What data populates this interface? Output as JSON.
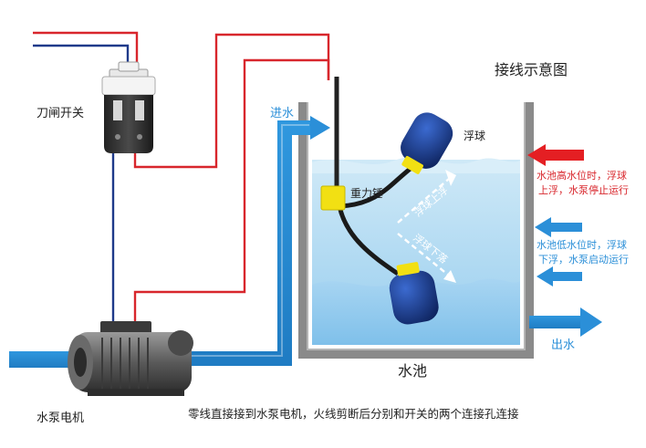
{
  "title": "接线示意图",
  "labels": {
    "knife_switch": "刀闸开关",
    "inlet": "进水",
    "float_ball": "浮球",
    "counterweight": "重力锤",
    "pool": "水池",
    "outlet": "出水",
    "pump_motor": "水泵电机",
    "float_up": "浮球上浮",
    "float_down": "浮球下落"
  },
  "notes": {
    "high_line1": "水池高水位时，浮球",
    "high_line2": "上浮，水泵停止运行",
    "low_line1": "水池低水位时，浮球",
    "low_line2": "下浮，水泵启动运行"
  },
  "caption": "零线直接接到水泵电机，火线剪断后分别和开关的两个连接孔连接",
  "colors": {
    "live_wire": "#d8262c",
    "neutral_wire": "#1f3a8a",
    "water_pipe": "#2b8fd8",
    "high_arrow": "#e41f23",
    "low_arrow": "#2b8fd8",
    "float_body": "#1c3c8c",
    "float_cap": "#f2e013",
    "pool_wall": "#888888",
    "high_note": "#d8262c",
    "low_note": "#2b8fd8"
  }
}
